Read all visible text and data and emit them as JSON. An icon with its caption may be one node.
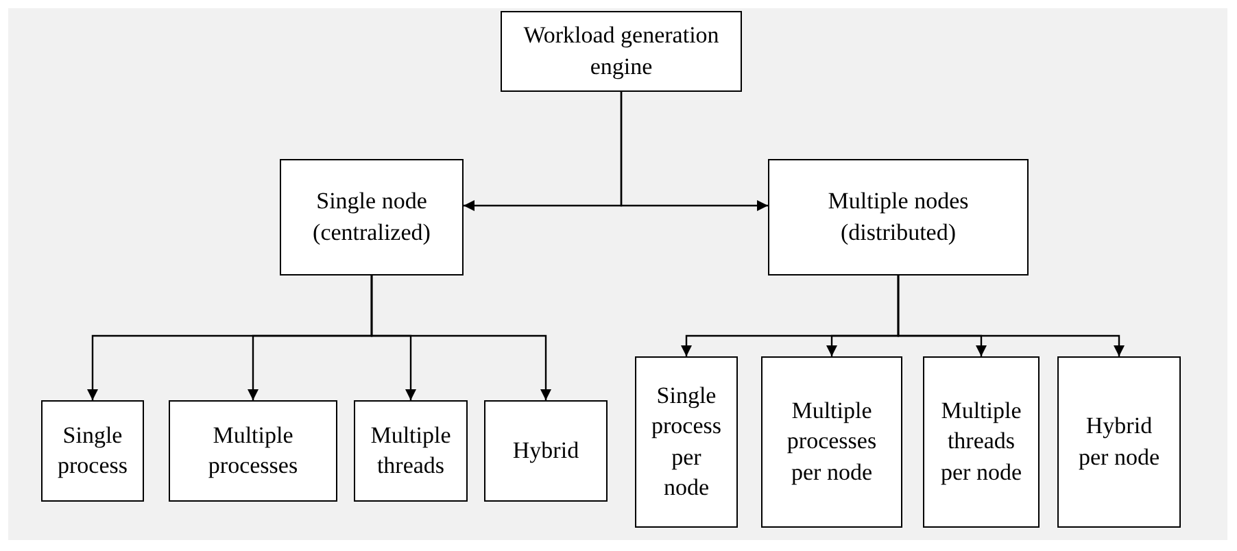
{
  "diagram": {
    "nodes": [
      {
        "text": [
          "Workload generation engine"
        ]
      },
      {
        "text": [
          "Single node (centralized)"
        ]
      },
      {
        "text": [
          "Multiple nodes (distributed)"
        ]
      },
      {
        "text": [
          "Single process"
        ]
      },
      {
        "text": [
          "Multiple processes"
        ]
      },
      {
        "text": [
          "Multiple threads"
        ]
      },
      {
        "text": [
          "Hybrid"
        ]
      },
      {
        "text": [
          "Single process per node"
        ]
      },
      {
        "text": [
          "Multiple processes per node"
        ]
      },
      {
        "text": [
          "Multiple threads per node"
        ]
      },
      {
        "text": [
          "Hybrid per node"
        ]
      }
    ],
    "edges": [
      {
        "from": 0,
        "to": 1,
        "arrow": "to"
      },
      {
        "from": 0,
        "to": 2,
        "arrow": "to"
      },
      {
        "from": 1,
        "to": 3,
        "arrow": "to"
      },
      {
        "from": 1,
        "to": 4,
        "arrow": "to"
      },
      {
        "from": 1,
        "to": 5,
        "arrow": "to"
      },
      {
        "from": 1,
        "to": 6,
        "arrow": "to"
      },
      {
        "from": 2,
        "to": 7,
        "arrow": "to"
      },
      {
        "from": 2,
        "to": 8,
        "arrow": "to"
      },
      {
        "from": 2,
        "to": 9,
        "arrow": "to"
      },
      {
        "from": 2,
        "to": 10,
        "arrow": "to"
      }
    ]
  }
}
